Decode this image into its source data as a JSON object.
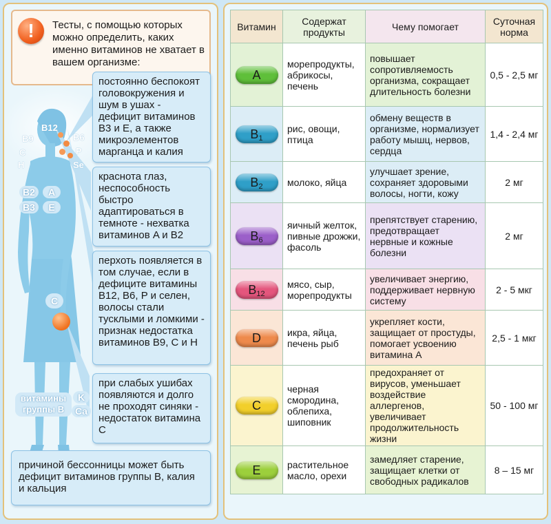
{
  "intro": {
    "alert_icon": "exclamation-icon",
    "text": "Тесты,  с помощью которых можно определить, каких именно витаминов не хватает в вашем организме:"
  },
  "body_labels": {
    "head_left": [
      "B9",
      "C",
      "H"
    ],
    "head_top": "B12",
    "head_right": [
      "B6",
      "P",
      "Se"
    ],
    "shoulder": [
      "B2",
      "A",
      "B3",
      "E"
    ],
    "hand": "C",
    "feet_group": "витамины группы B",
    "feet_minerals": [
      "K",
      "Ca"
    ]
  },
  "callouts": [
    "постоянно беспокоят головокружения и шум в ушах - дефицит витаминов B3 и E, а также микроэлементов марганца и калия",
    "краснота глаз, неспособность быстро адаптироваться в темноте - нехватка витаминов A и B2",
    "перхоть появляется в том случае, если в дефиците витамины B12, B6, P и селен, волосы стали тусклыми и ломкими - признак недостатка витаминов B9, C и H",
    "при слабых ушибах появляются и долго не проходят синяки - недостаток витамина C",
    "причиной бессонницы может быть дефицит витаминов группы B, калия и кальция"
  ],
  "table": {
    "headers": [
      "Витамин",
      "Содержат продукты",
      "Чему помогает",
      "Суточная норма"
    ],
    "rows": [
      {
        "vitamin": "A",
        "sub": "",
        "pill_color": "#5fbf3a",
        "row_color": "#e3f2d6",
        "foods": "морепродукты, абрикосы, печень",
        "helps": "повышает сопротивляемость организма, сокращает длительность болезни",
        "norm": "0,5 - 2,5 мг"
      },
      {
        "vitamin": "B",
        "sub": "1",
        "pill_color": "#2f9fc8",
        "row_color": "#dcedf6",
        "foods": "рис, овощи, птица",
        "helps": "обмену веществ в  организме, нормализует работу мышц, нервов, сердца",
        "norm": "1,4 - 2,4 мг"
      },
      {
        "vitamin": "B",
        "sub": "2",
        "pill_color": "#2f9fc8",
        "row_color": "#dcedf6",
        "foods": "молоко, яйца",
        "helps": "улучшает зрение, сохраняет здоровыми волосы, ногти, кожу",
        "norm": "2 мг"
      },
      {
        "vitamin": "B",
        "sub": "6",
        "pill_color": "#9b5fc9",
        "row_color": "#ebe1f4",
        "foods": "яичный желток, пивные дрожжи, фасоль",
        "helps": "препятствует старению, предотвращает нервные и кожные болезни",
        "norm": "2 мг"
      },
      {
        "vitamin": "B",
        "sub": "12",
        "pill_color": "#e4567d",
        "row_color": "#f8dfe6",
        "foods": "мясо, сыр, морепродукты",
        "helps": "увеличивает энергию, поддерживает нервную систему",
        "norm": "2 - 5 мкг"
      },
      {
        "vitamin": "D",
        "sub": "",
        "pill_color": "#ee8a4c",
        "row_color": "#fbe6d6",
        "foods": "икра, яйца, печень рыб",
        "helps": "укрепляет кости, защищает от простуды, помогает усвоению витамина A",
        "norm": "2,5 - 1 мкг"
      },
      {
        "vitamin": "C",
        "sub": "",
        "pill_color": "#f2cf2b",
        "row_color": "#fbf4cf",
        "foods": "черная смородина, облепиха, шиповник",
        "helps": "предохраняет от вирусов, уменьшает воздействие аллергенов, увеличивает продолжительность жизни",
        "norm": "50 - 100 мг"
      },
      {
        "vitamin": "E",
        "sub": "",
        "pill_color": "#9ccf3c",
        "row_color": "#e7f3d3",
        "foods": "растительное масло, орехи",
        "helps": "замедляет старение, защищает клетки от свободных радикалов",
        "norm": "8 – 15 мг"
      }
    ]
  }
}
